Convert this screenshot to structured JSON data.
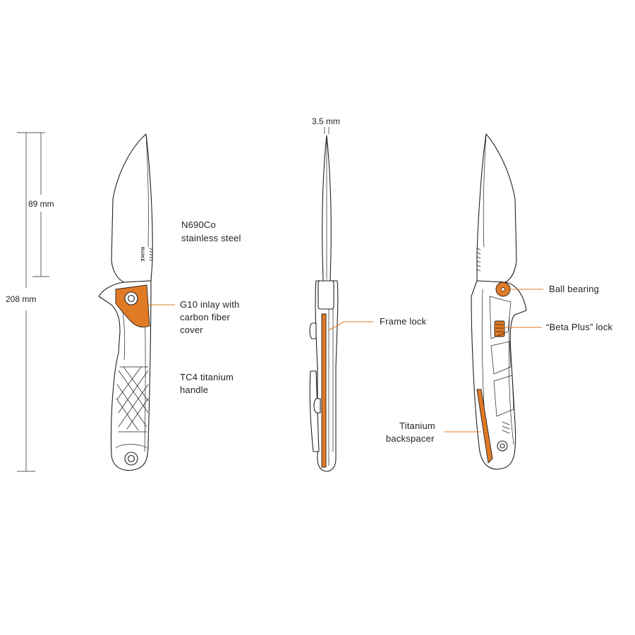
{
  "dimensions": {
    "blade_length": "89 mm",
    "overall_length": "208 mm",
    "blade_thickness": "3.5 mm"
  },
  "brand_logo": "RUIKE",
  "accent_color": "#e17a25",
  "line_color": "#231f20",
  "callouts": {
    "blade_steel": [
      "N690Co",
      "stainless steel"
    ],
    "inlay": [
      "G10 inlay with",
      "carbon fiber",
      "cover"
    ],
    "handle": [
      "TC4 titanium",
      "handle"
    ],
    "frame_lock": [
      "Frame lock"
    ],
    "ball_bearing": [
      "Ball bearing"
    ],
    "beta_lock": [
      "“Beta Plus” lock"
    ],
    "backspacer": [
      "Titanium",
      "backspacer"
    ]
  }
}
